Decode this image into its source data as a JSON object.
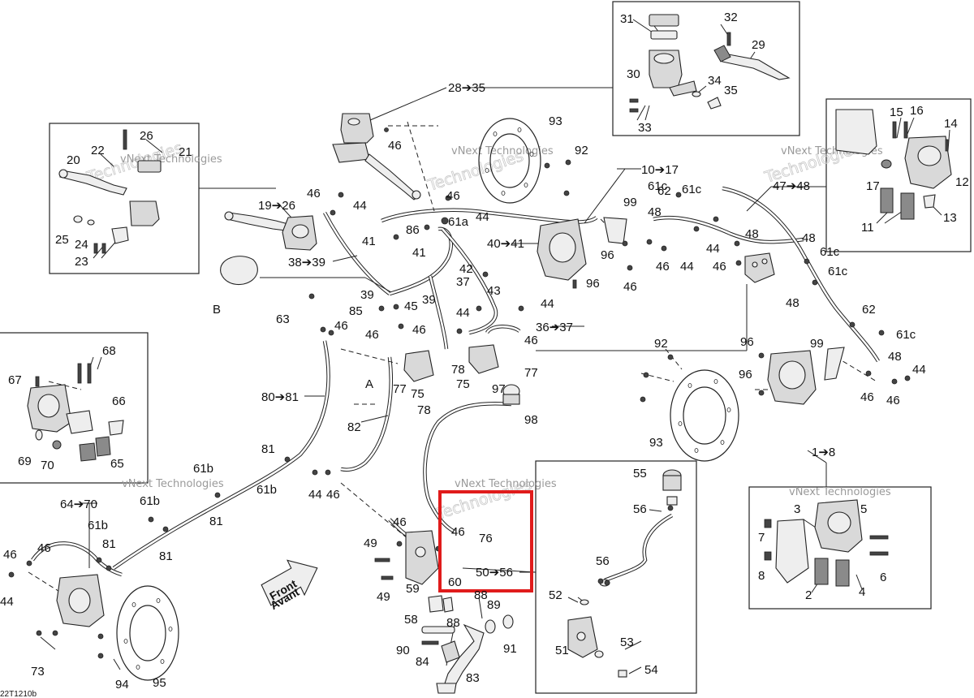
{
  "highlight_color": "#e01b1b",
  "watermarks": [
    "vNext Technologies",
    "vNext Technologies",
    "vNext Technologies",
    "vNext Technologies",
    "vNext Technologies",
    "vNext Technologies"
  ],
  "watermark_big": [
    "Technologies",
    "Technologies",
    "Technologies",
    "Technologies"
  ],
  "front_arrow": {
    "line1": "Front",
    "line2": "Avant"
  },
  "drawing_code": "22T1210b",
  "labels": {
    "l31": "31",
    "l32": "32",
    "l29": "29",
    "l30": "30",
    "l34": "34",
    "l35": "35",
    "l33": "33",
    "l28_35": "28➔35",
    "l93a": "93",
    "l92a": "92",
    "l46a": "46",
    "l10_17": "10➔17",
    "l47_48": "47➔48",
    "l15": "15",
    "l16": "16",
    "l14": "14",
    "l12": "12",
    "l17": "17",
    "l11": "11",
    "l13": "13",
    "l22": "22",
    "l26": "26",
    "l21": "21",
    "l20": "20",
    "l25": "25",
    "l24": "24",
    "l23": "23",
    "l19_26": "19➔26",
    "l46b": "46",
    "l44a": "44",
    "l46c": "46",
    "l44b": "44",
    "l61a": "61a",
    "l86": "86",
    "l41a": "41",
    "l41b": "41",
    "l40_41": "40➔41",
    "l38_39": "38➔39",
    "l99a": "99",
    "l61c_a": "61c",
    "l62a": "62",
    "l61c_b": "61c",
    "l48a": "48",
    "l44c": "44",
    "l96a": "96",
    "l46d": "46",
    "l44d": "44",
    "l46e": "46",
    "l48b": "48",
    "l61c_c": "61c",
    "l61c_d": "61c",
    "l96b": "96",
    "l46f": "46",
    "l48c": "48",
    "l48d": "48",
    "l62b": "62",
    "l61c_e": "61c",
    "lB": "B",
    "l39a": "39",
    "l39b": "39",
    "l42": "42",
    "l37": "37",
    "l43": "43",
    "l44e": "44",
    "l85": "85",
    "l45": "45",
    "l44f": "44",
    "l63": "63",
    "l46g": "46",
    "l46h": "46",
    "l46i": "46",
    "l36_37": "36➔37",
    "l46j": "46",
    "l68": "68",
    "l67": "67",
    "l66": "66",
    "l69": "69",
    "l70": "70",
    "l65": "65",
    "lA": "A",
    "l80_81": "80➔81",
    "l82": "82",
    "l77a": "77",
    "l75a": "75",
    "l78a": "78",
    "l78b": "78",
    "l75b": "75",
    "l77b": "77",
    "l97": "97",
    "l98": "98",
    "l92b": "92",
    "l96c": "96",
    "l96d": "96",
    "l99b": "99",
    "l48e": "48",
    "l46k": "46",
    "l46l": "46",
    "l44g": "44",
    "l93b": "93",
    "l1_8": "1➔8",
    "l81a": "81",
    "l61b_a": "61b",
    "l61b_b": "61b",
    "l81b": "81",
    "l44h": "44",
    "l46m": "46",
    "l64_70": "64➔70",
    "l61b_c": "61b",
    "l81c": "81",
    "l61b_d": "61b",
    "l81d": "81",
    "l46n": "46",
    "l46o": "46",
    "l44i": "44",
    "l49a": "49",
    "l46p": "46",
    "l46q": "46",
    "l76": "76",
    "l50_56": "50➔56",
    "l60": "60",
    "l49b": "49",
    "l59": "59",
    "l58": "58",
    "l88a": "88",
    "l88b": "88",
    "l89": "89",
    "l90": "90",
    "l84": "84",
    "l91": "91",
    "l83": "83",
    "l73": "73",
    "l94": "94",
    "l95": "95",
    "l55": "55",
    "l56a": "56",
    "l56b": "56",
    "l52": "52",
    "l51": "51",
    "l53": "53",
    "l54": "54",
    "l3": "3",
    "l5": "5",
    "l7": "7",
    "l8": "8",
    "l6": "6",
    "l2": "2",
    "l4": "4"
  }
}
